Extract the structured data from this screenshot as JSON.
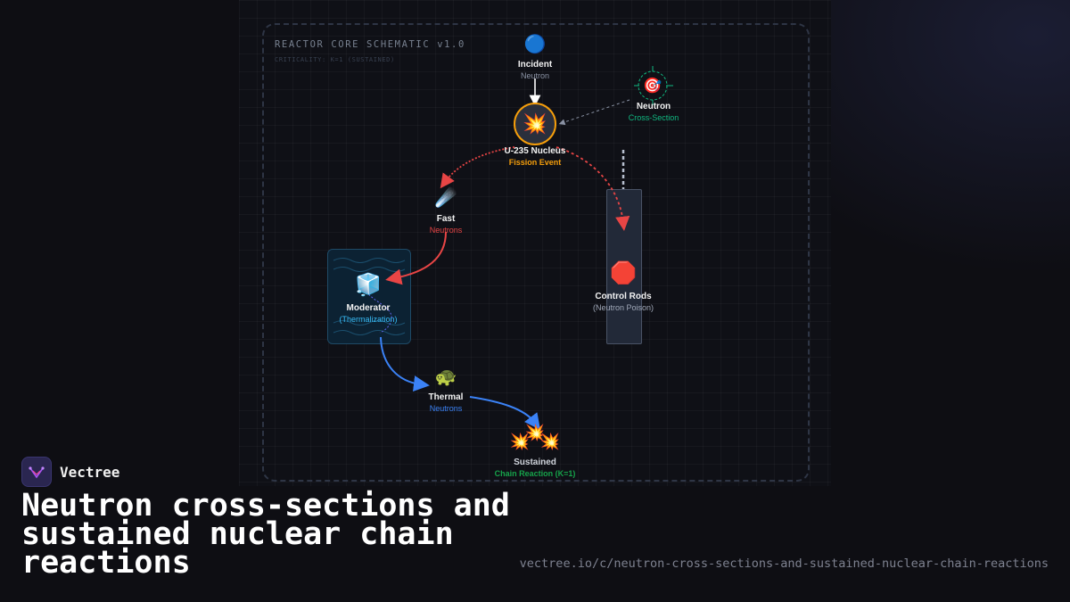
{
  "schematic": {
    "title": "REACTOR CORE SCHEMATIC v1.0",
    "subtitle": "CRITICALITY: K=1 (SUSTAINED)"
  },
  "nodes": {
    "incident": {
      "icon": "blue-circle-icon",
      "glyph": "🔵",
      "title": "Incident",
      "sub": "Neutron"
    },
    "cross_section": {
      "icon": "target-icon",
      "glyph": "🎯",
      "title": "Neutron",
      "sub": "Cross-Section"
    },
    "nucleus": {
      "icon": "collision-icon",
      "glyph": "💥",
      "title": "U-235 Nucleus",
      "sub": "Fission Event"
    },
    "fast": {
      "icon": "comet-icon",
      "glyph": "☄️",
      "title": "Fast",
      "sub": "Neutrons"
    },
    "control_rods": {
      "icon": "stop-sign-icon",
      "glyph": "🛑",
      "title": "Control Rods",
      "sub": "(Neutron Poison)"
    },
    "moderator": {
      "icon": "ice-cube-icon",
      "glyph": "🧊",
      "title": "Moderator",
      "sub": "(Thermalization)"
    },
    "thermal": {
      "icon": "turtle-icon",
      "glyph": "🐢",
      "title": "Thermal",
      "sub": "Neutrons"
    },
    "sustained": {
      "icon": "collision-icon",
      "glyph": "💥",
      "title": "Sustained",
      "sub": "Chain Reaction (K=1)"
    }
  },
  "colors": {
    "fast": "#e84545",
    "thermal": "#3b82f6",
    "nucleus_ring": "#f59e0b",
    "cross_section": "#10b981",
    "sustained": "#16a34a",
    "moderator_sub": "#38bdf8"
  },
  "brand": {
    "name": "Vectree",
    "icon": "vectree-logo-icon"
  },
  "headline": "Neutron cross-sections and sustained nuclear chain reactions",
  "url": "vectree.io/c/neutron-cross-sections-and-sustained-nuclear-chain-reactions"
}
